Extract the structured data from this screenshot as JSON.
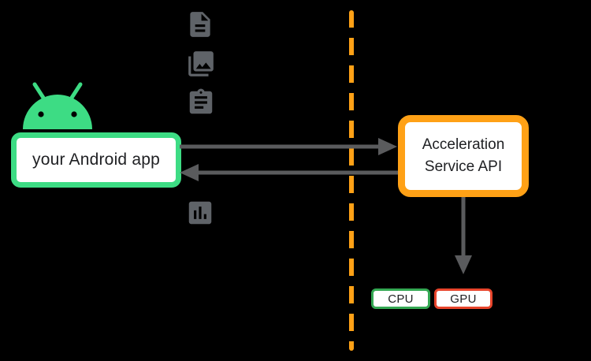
{
  "diagram": {
    "title": "Acceleration Service architecture diagram",
    "app_box": {
      "label": "your Android app"
    },
    "api_box": {
      "label": "Acceleration Service API"
    },
    "cpu_chip": {
      "label": "CPU"
    },
    "gpu_chip": {
      "label": "GPU"
    },
    "icons": [
      {
        "name": "document-icon"
      },
      {
        "name": "photo-library-icon"
      },
      {
        "name": "clipboard-icon"
      },
      {
        "name": "bar-chart-icon"
      }
    ],
    "arrows": [
      {
        "name": "app-to-api-arrow",
        "direction": "right"
      },
      {
        "name": "api-to-app-arrow",
        "direction": "left"
      },
      {
        "name": "api-to-hardware-arrow",
        "direction": "down"
      }
    ],
    "colors": {
      "android_green": "#3DDC84",
      "orange": "#FFA116",
      "cpu_green": "#34A853",
      "gpu_red": "#E8452C",
      "arrow_gray": "#5A5B5D",
      "icon_gray": "#5F6368",
      "background": "#000000",
      "text": "#202124",
      "box_bg": "#FFFFFF"
    }
  }
}
